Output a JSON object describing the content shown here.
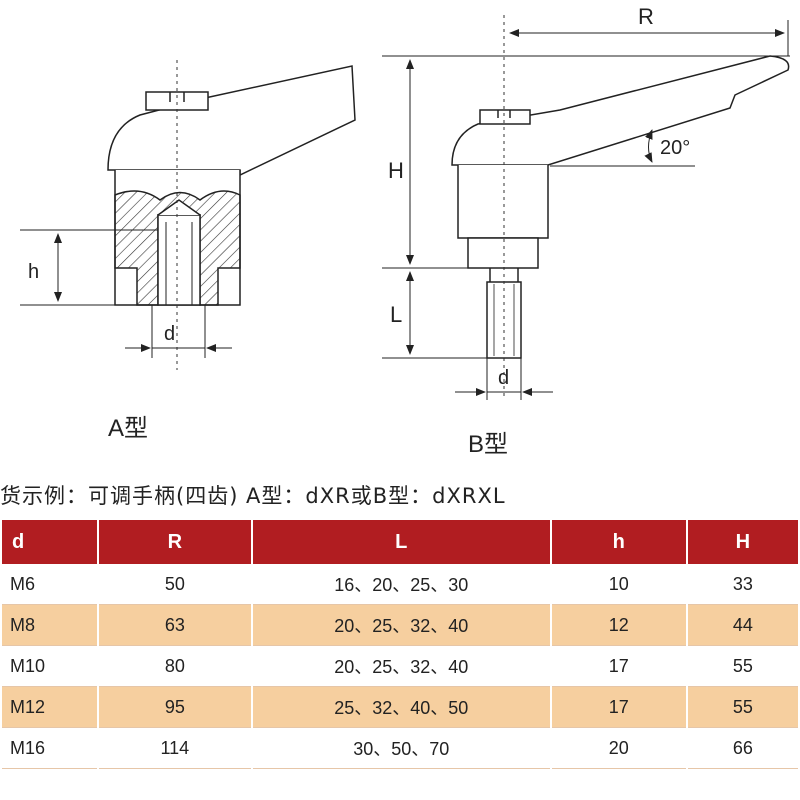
{
  "labels": {
    "type_a": "A型",
    "type_b": "B型",
    "dim_h_small": "h",
    "dim_d_a": "d",
    "dim_r": "R",
    "dim_h_big": "H",
    "dim_angle": "20°",
    "dim_l": "L",
    "dim_d_b": "d"
  },
  "order_note": "货示例：可调手柄(四齿) A型：dXR或B型：dXRXL",
  "table": {
    "headers": [
      "d",
      "R",
      "L",
      "h",
      "H"
    ],
    "rows": [
      [
        "M6",
        "50",
        "16、20、25、30",
        "10",
        "33"
      ],
      [
        "M8",
        "63",
        "20、25、32、40",
        "12",
        "44"
      ],
      [
        "M10",
        "80",
        "20、25、32、40",
        "17",
        "55"
      ],
      [
        "M12",
        "95",
        "25、32、40、50",
        "17",
        "55"
      ],
      [
        "M16",
        "114",
        "30、50、70",
        "20",
        "66"
      ]
    ]
  },
  "colors": {
    "header_bg": "#b11d21",
    "alt_row_bg": "#f6cf9f"
  }
}
